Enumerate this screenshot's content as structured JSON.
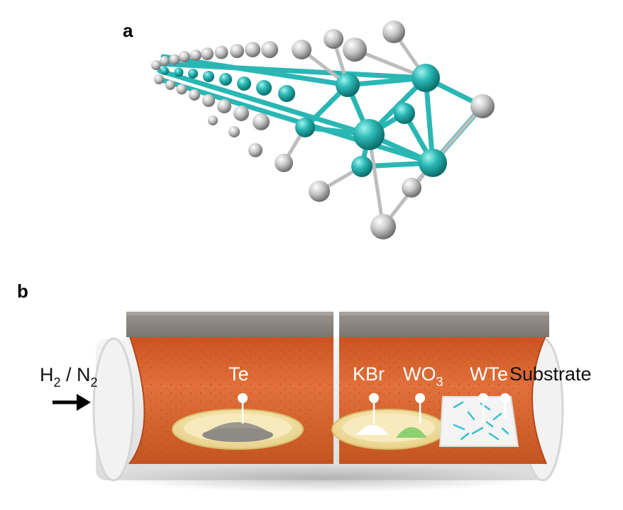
{
  "panel_a": {
    "label": "a"
  },
  "panel_b": {
    "label": "b",
    "gas_flow": {
      "main1": "H",
      "sub1": "2",
      "sep": " / N",
      "sub2": "2"
    },
    "materials": {
      "te": "Te",
      "kbr": "KBr",
      "wo3_main": "WO",
      "wo3_sub": "3",
      "wte": "WTe",
      "substrate": "Substrate"
    }
  },
  "colors": {
    "tungsten_atom": "#2ab7b4",
    "tellurium_atom": "#c4c4c4",
    "furnace_interior": "#d9602a",
    "furnace_lid": "#8c8782",
    "boat": "#f1e2a6"
  }
}
